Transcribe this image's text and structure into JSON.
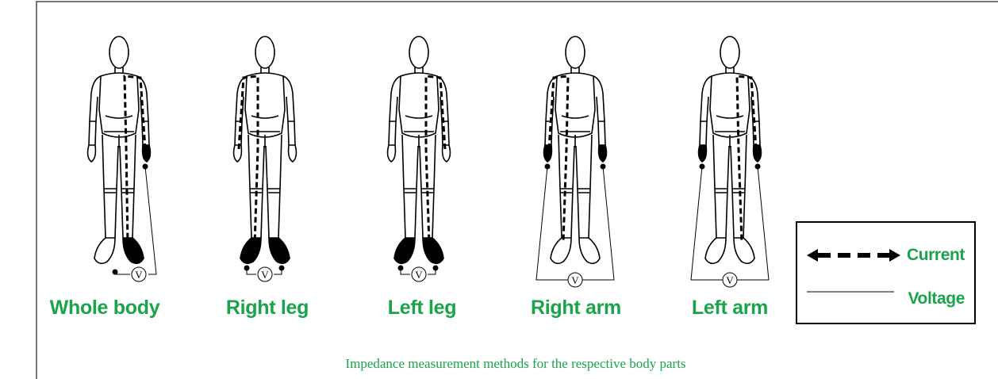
{
  "labels": {
    "whole_body": "Whole body",
    "right_leg": "Right leg",
    "left_leg": "Left leg",
    "right_arm": "Right arm",
    "left_arm": "Left arm"
  },
  "voltmeter_symbol": "V",
  "legend": {
    "current": "Current",
    "voltage": "Voltage"
  },
  "caption": "Impedance measurement methods for the respective body parts",
  "colors": {
    "accent_green": "#1aa34a",
    "ink": "#000000",
    "frame": "#4a4a4a"
  }
}
